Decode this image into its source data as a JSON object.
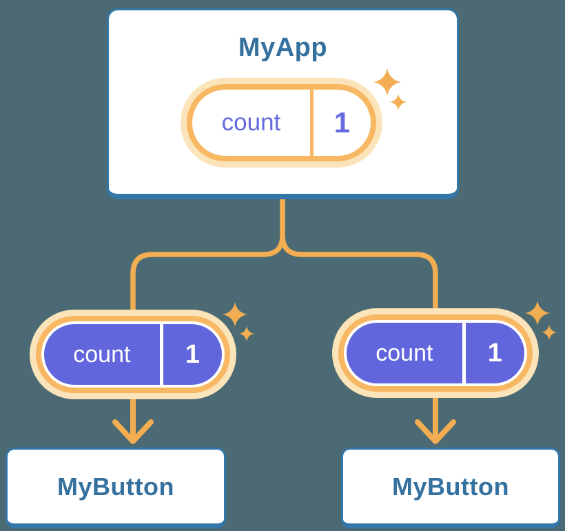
{
  "colors": {
    "bg": "#4B6A73",
    "card": "#FFFFFF",
    "blue": "#3377A8",
    "blue-text": "#35719F",
    "orange-ring": "#F8B763",
    "orange-line": "#F3AD52",
    "orange-halo": "#FBE3BA",
    "purple": "#6166DC",
    "purple-text": "#646ADF",
    "white": "#FFFFFF"
  },
  "parent": {
    "title": "MyApp",
    "state": {
      "name": "count",
      "value": "1"
    }
  },
  "children": [
    {
      "title": "MyButton",
      "state": {
        "name": "count",
        "value": "1"
      }
    },
    {
      "title": "MyButton",
      "state": {
        "name": "count",
        "value": "1"
      }
    }
  ],
  "icons": {
    "sparkles": "four-point-star-sparkles",
    "arrow": "downward-arrow"
  }
}
